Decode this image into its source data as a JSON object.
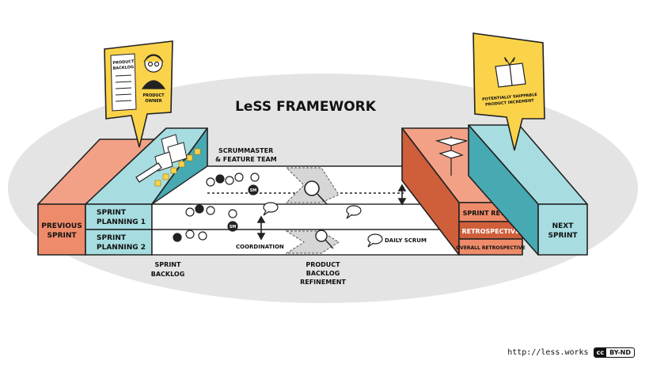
{
  "title": "LeSS FRAMEWORK",
  "labels": {
    "previous_sprint": [
      "PREVIOUS",
      "SPRINT"
    ],
    "next_sprint": [
      "NEXT",
      "SPRINT"
    ],
    "sprint_planning_1": [
      "SPRINT",
      "PLANNING 1"
    ],
    "sprint_planning_2": [
      "SPRINT",
      "PLANNING 2"
    ],
    "sprint_backlog": [
      "SPRINT",
      "BACKLOG"
    ],
    "scrummaster_team": [
      "SCRUMMASTER",
      "& FEATURE TEAM"
    ],
    "coordination": "COORDINATION",
    "pbr": [
      "PRODUCT",
      "BACKLOG",
      "REFINEMENT"
    ],
    "daily_scrum": "DAILY SCRUM",
    "sprint_review": "SPRINT REVIEW",
    "retrospective": "RETROSPECTIVE",
    "overall_retrospective": "OVERALL RETROSPECTIVE",
    "product_backlog": [
      "PRODUCT",
      "BACKLOG"
    ],
    "product_owner": [
      "PRODUCT",
      "OWNER"
    ],
    "increment": [
      "POTENTIALLY SHIPPABLE",
      "PRODUCT INCREMENT"
    ],
    "sm": "SM"
  },
  "footer": {
    "url": "http://less.works",
    "license_c": "cc",
    "license": "BY-ND"
  },
  "colors": {
    "orange": "#ee8b6a",
    "orange_dark": "#cf5e3b",
    "teal": "#a7dde0",
    "teal_dark": "#47a9b2",
    "yellow": "#fbd34a",
    "ellipse": "#e4e4e4"
  },
  "icons": [
    "product-backlog-list-icon",
    "product-owner-icon",
    "gift-box-icon",
    "magnifier-icon",
    "speech-bubble-icon",
    "double-arrow-icon",
    "signpost-icon",
    "pen-icon"
  ]
}
